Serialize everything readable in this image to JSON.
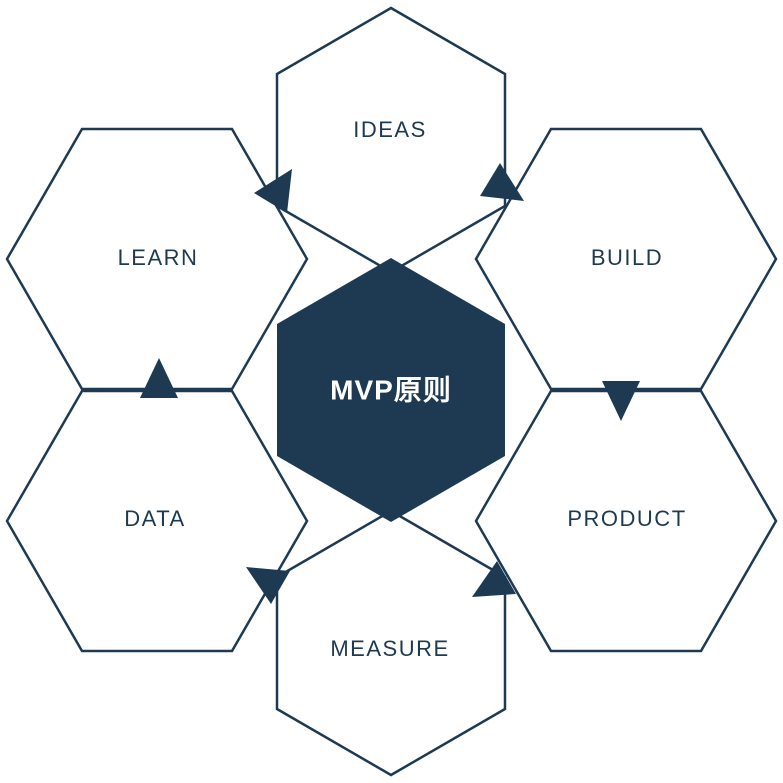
{
  "diagram": {
    "center": {
      "label": "MVP原则"
    },
    "nodes": [
      {
        "id": "ideas",
        "label": "IDEAS"
      },
      {
        "id": "build",
        "label": "BUILD"
      },
      {
        "id": "product",
        "label": "PRODUCT"
      },
      {
        "id": "measure",
        "label": "MEASURE"
      },
      {
        "id": "data",
        "label": "DATA"
      },
      {
        "id": "learn",
        "label": "LEARN"
      }
    ],
    "cycle": [
      "IDEAS",
      "BUILD",
      "PRODUCT",
      "MEASURE",
      "DATA",
      "LEARN"
    ],
    "cycle_direction": "clockwise",
    "colors": {
      "navy": "#1e3a52",
      "background": "#ffffff",
      "hexagon_fill": "#ffffff",
      "center_text": "#ffffff"
    }
  }
}
